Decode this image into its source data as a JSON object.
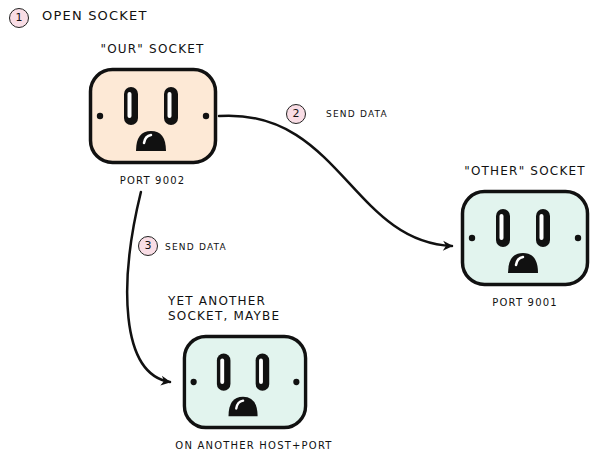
{
  "diagram": {
    "nodes": [
      {
        "text": [
          "\"OUR\" SOCKET",
          "PORT 9002"
        ]
      },
      {
        "text": [
          "\"OTHER\" SOCKET",
          "PORT 9001"
        ]
      },
      {
        "text": [
          "YET ANOTHER SOCKET, MAYBE",
          "ON ANOTHER HOST+PORT"
        ]
      }
    ],
    "edges": [
      {
        "from": 0,
        "to": 1,
        "arrow": "to",
        "label": "SEND DATA"
      },
      {
        "from": 0,
        "to": 2,
        "arrow": "to",
        "label": "SEND DATA"
      }
    ],
    "labels": [
      "1",
      "OPEN SOCKET",
      "2",
      "3"
    ]
  }
}
